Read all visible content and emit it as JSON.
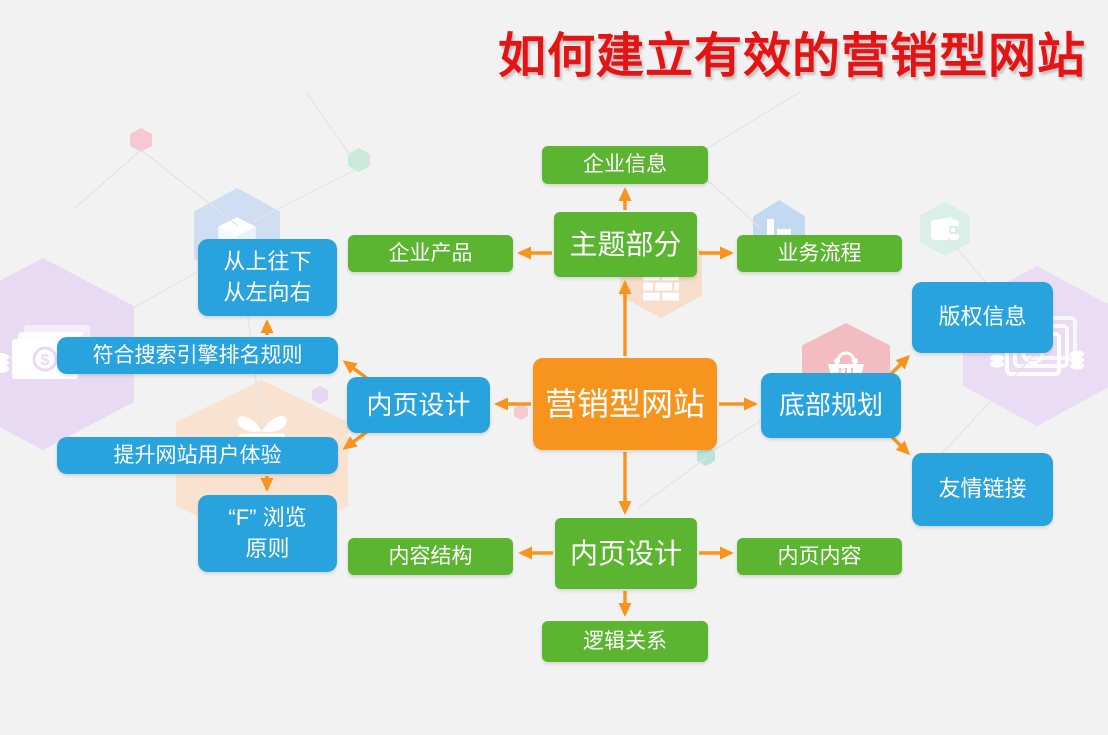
{
  "title": "如何建立有效的营销型网站",
  "colors": {
    "background": "#f2f2f2",
    "green_node": "#5cb531",
    "blue_node": "#29a3dd",
    "orange_node": "#f7941d",
    "arrow": "#f7941d",
    "title_red": "#e41414"
  },
  "nodes": {
    "center": "营销型网站",
    "theme_hub": "主题部分",
    "company_info": "企业信息",
    "company_products": "企业产品",
    "business_process": "业务流程",
    "inner_design_left_hub": "内页设计",
    "top_down_rule": "从上往下\n从左向右",
    "seo_rank_rule": "符合搜索引擎排名规则",
    "user_experience": "提升网站用户体验",
    "f_browse_rule": "“F” 浏览\n原则",
    "footer_plan_hub": "底部规划",
    "copyright_info": "版权信息",
    "friendly_links": "友情链接",
    "inner_design_bottom_hub": "内页设计",
    "content_structure": "内容结构",
    "inner_content": "内页内容",
    "logic_relation": "逻辑关系"
  },
  "edges": [
    {
      "from": "营销型网站",
      "to": "主题部分"
    },
    {
      "from": "主题部分",
      "to": "企业信息"
    },
    {
      "from": "主题部分",
      "to": "企业产品"
    },
    {
      "from": "主题部分",
      "to": "业务流程"
    },
    {
      "from": "营销型网站",
      "to": "内页设计(左)"
    },
    {
      "from": "内页设计(左)",
      "to": "符合搜索引擎排名规则"
    },
    {
      "from": "符合搜索引擎排名规则",
      "to": "从上往下从左向右"
    },
    {
      "from": "内页设计(左)",
      "to": "提升网站用户体验"
    },
    {
      "from": "提升网站用户体验",
      "to": "“F” 浏览原则"
    },
    {
      "from": "营销型网站",
      "to": "底部规划"
    },
    {
      "from": "底部规划",
      "to": "版权信息"
    },
    {
      "from": "底部规划",
      "to": "友情链接"
    },
    {
      "from": "营销型网站",
      "to": "内页设计(下)"
    },
    {
      "from": "内页设计(下)",
      "to": "内容结构"
    },
    {
      "from": "内页设计(下)",
      "to": "内页内容"
    },
    {
      "from": "内页设计(下)",
      "to": "逻辑关系"
    }
  ],
  "background_icons": [
    "cube-icon",
    "money-bills-icon",
    "gift-bow-icon",
    "bar-chart-icon",
    "wallet-icon",
    "shopping-basket-icon",
    "money-coins-icon",
    "bricks-icon"
  ]
}
